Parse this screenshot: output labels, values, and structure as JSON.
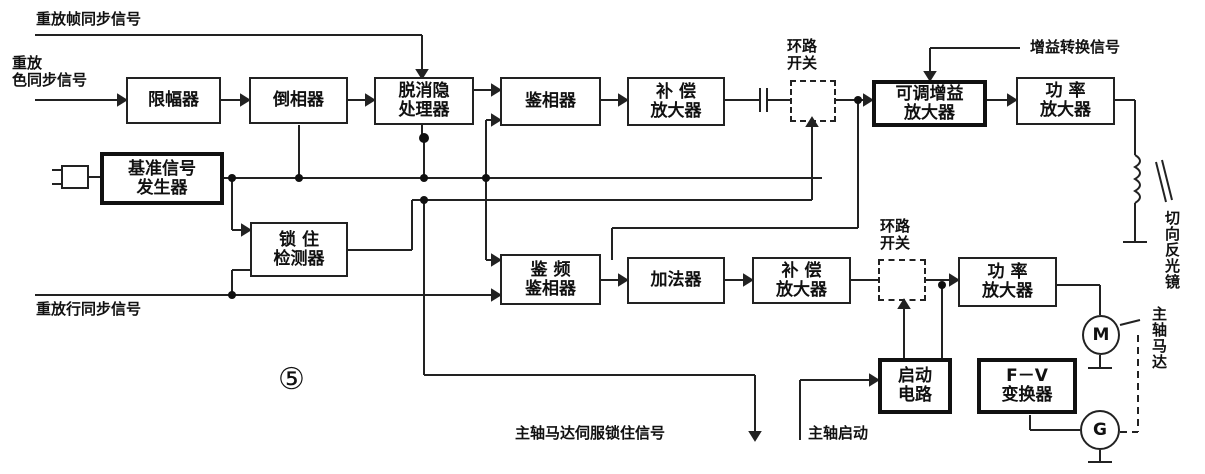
{
  "signals": {
    "replay_frame_sync": "重放帧同步信号",
    "replay_color_sync": "重放\n色同步信号",
    "replay_line_sync": "重放行同步信号",
    "gain_switch": "增益转换信号",
    "spindle_servo_lock": "主轴马达伺服锁住信号",
    "spindle_start": "主轴启动",
    "tangent_mirror": "切向反光镜",
    "spindle_motor": "主轴马达"
  },
  "blocks": {
    "limiter": "限幅器",
    "inverter": "倒相器",
    "dropout": "脱消隐\n处理器",
    "phase_detector": "鉴相器",
    "comp_amp_1": "补 偿\n放大器",
    "variable_gain_amp": "可调增益\n放大器",
    "power_amp_1": "功 率\n放大器",
    "reference_gen": "基准信号\n发生器",
    "lock_detector": "锁 住\n检测器",
    "freq_phase_detector": "鉴 频\n鉴相器",
    "adder": "加法器",
    "comp_amp_2": "补 偿\n放大器",
    "power_amp_2": "功 率\n放大器",
    "spindle_drive": "启动\n电路",
    "fv_converter": "F－V\n变换器"
  },
  "switches": {
    "loop_switch_1": "环路\n开关",
    "loop_switch_2": "环路\n开关"
  },
  "components": {
    "motor": "M",
    "generator": "G"
  },
  "figure_number": "⑤"
}
